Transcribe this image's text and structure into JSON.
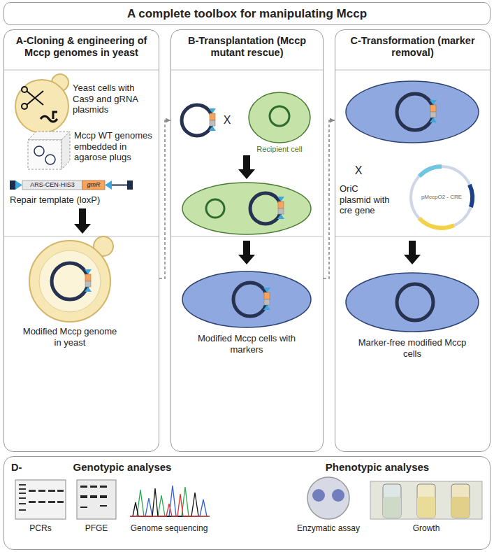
{
  "diagram": {
    "title": "A complete toolbox for manipulating Mccp",
    "nodes": [
      {
        "text": [
          "A-Cloning & engineering of Mccp genomes in yeast"
        ]
      },
      {
        "text": [
          "B-Transplantation (Mccp mutant rescue)"
        ]
      },
      {
        "text": [
          "C-Transformation (marker removal)"
        ]
      },
      {
        "text": [
          "D-"
        ]
      }
    ],
    "edges": [
      {
        "from": 0,
        "to": 1,
        "arrow": "to"
      },
      {
        "from": 1,
        "to": 2,
        "arrow": "to"
      }
    ],
    "labels": [
      "Yeast cells with Cas9 and gRNA plasmids",
      "Mccp WT genomes embedded in agarose plugs",
      "ARS-CEN-HIS3",
      "gmR",
      "Repair template (loxP)",
      "Modified Mccp genome in yeast",
      "X",
      "Recipient cell",
      "Modified Mccp cells with markers",
      "X",
      "OriC plasmid with cre gene",
      "pMccpO2 - CRE",
      "Marker-free modified Mccp cells",
      "Genotypic analyses",
      "Phenotypic analyses",
      "PCRs",
      "PFGE",
      "Genome sequencing",
      "Enzymatic assay",
      "Growth"
    ]
  }
}
